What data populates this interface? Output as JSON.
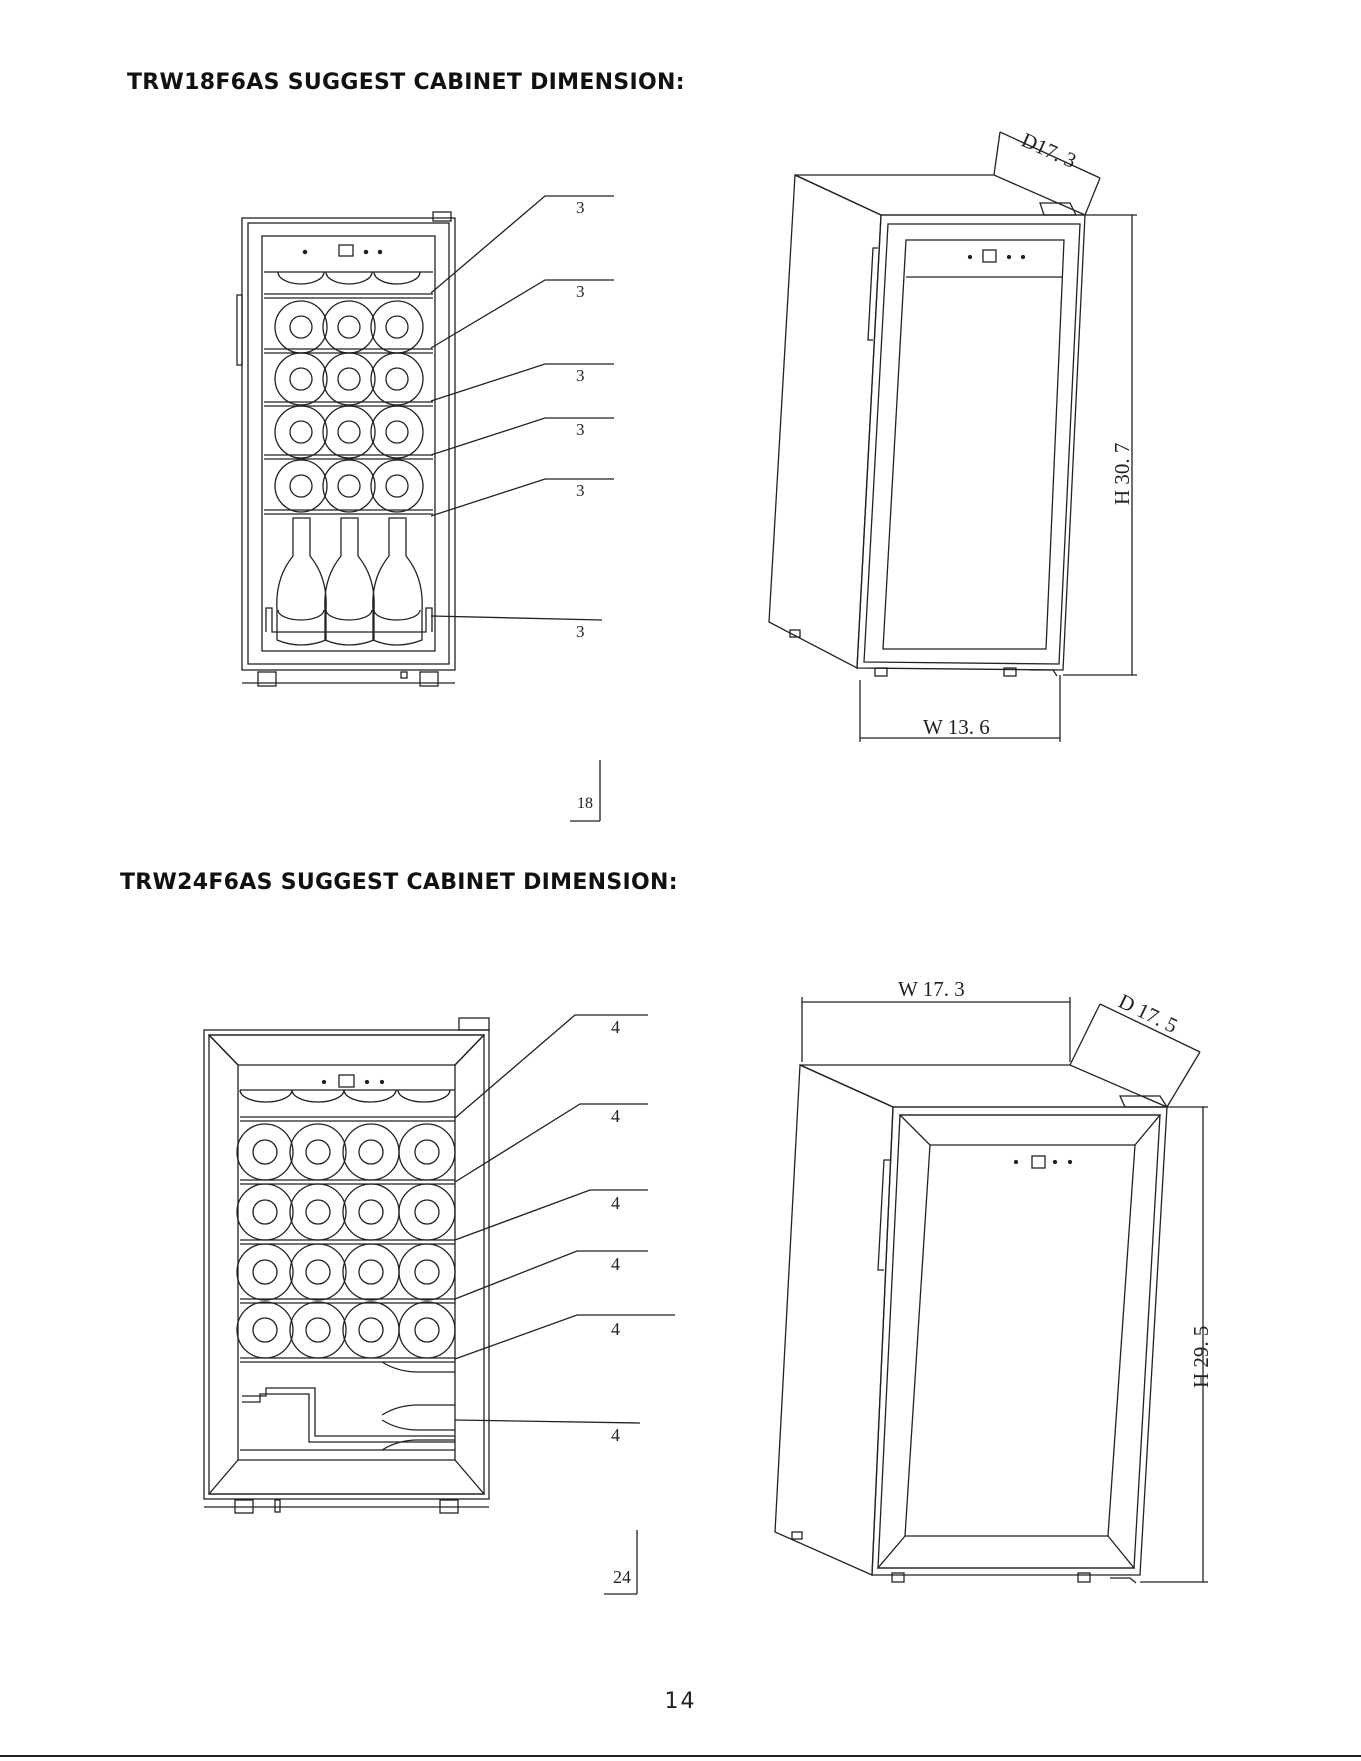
{
  "section1": {
    "title": "TRW18F6AS SUGGEST CABINET DIMENSION:",
    "shelf_capacities": [
      "3",
      "3",
      "3",
      "3",
      "3",
      "3"
    ],
    "total_capacity": "18",
    "depth": "D17. 3",
    "height": "H 30. 7",
    "width": "W 13. 6"
  },
  "section2": {
    "title": "TRW24F6AS SUGGEST CABINET DIMENSION:",
    "shelf_capacities": [
      "4",
      "4",
      "4",
      "4",
      "4",
      "4"
    ],
    "total_capacity": "24",
    "width": "W 17. 3",
    "depth": "D 17. 5",
    "height": "H 29. 5"
  },
  "page_number": "14"
}
